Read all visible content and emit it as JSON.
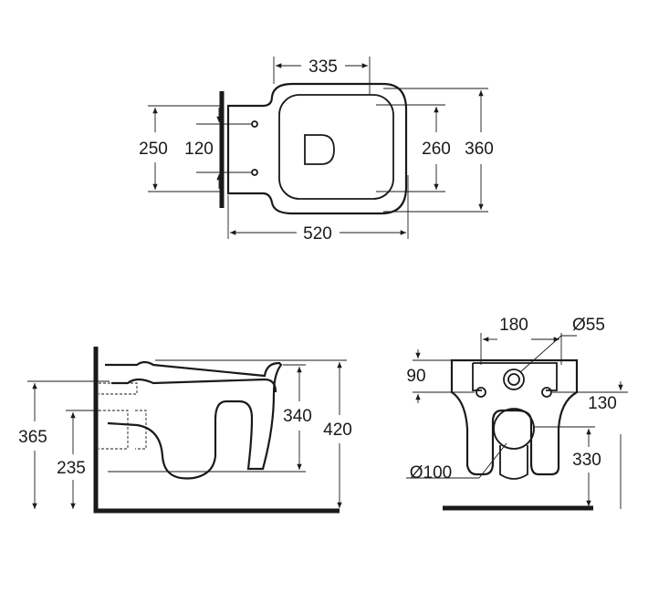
{
  "top_view": {
    "dims": {
      "width_seat": "335",
      "fixing_height": "250",
      "bolt_spacing": "120",
      "inner": "260",
      "width": "360",
      "length": "520"
    }
  },
  "side_view": {
    "dims": {
      "total_height": "365",
      "outlet_height": "235",
      "bowl_height": "340",
      "top_height": "420"
    }
  },
  "front_view": {
    "dims": {
      "inlet_offset": "180",
      "inlet_dia": "Ø55",
      "top_offset": "90",
      "bolt_offset": "130",
      "outlet_height": "330",
      "outlet_dia": "Ø100"
    }
  }
}
